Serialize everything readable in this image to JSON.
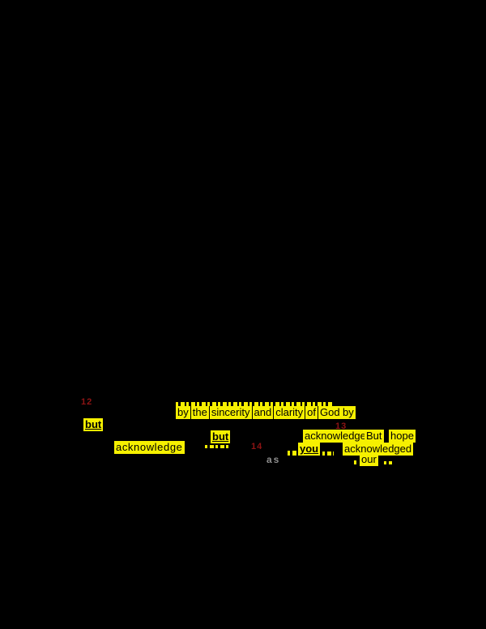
{
  "page": {
    "background_color": "#000000",
    "highlight_color": "#f6f000",
    "verse_number_color": "#8e1414",
    "muted_text_color": "#909090",
    "text_color": "#000000"
  },
  "verse_numbers": {
    "v12": "12",
    "v13": "13",
    "v14": "14"
  },
  "highlighted_text": {
    "sincerity_phrase": {
      "words": [
        "by",
        "the",
        "sincerity",
        "and",
        "clarity",
        "of",
        "God"
      ]
    },
    "by_solo": "by",
    "but_1": "but",
    "but_2": "but",
    "acknowledge_period": "acknowledge.",
    "but_capital": "But",
    "hope": "hope",
    "acknowledge": "acknowledge",
    "you": "you",
    "acknowledged": "acknowledged",
    "our": "our",
    "muted_word": "as"
  }
}
